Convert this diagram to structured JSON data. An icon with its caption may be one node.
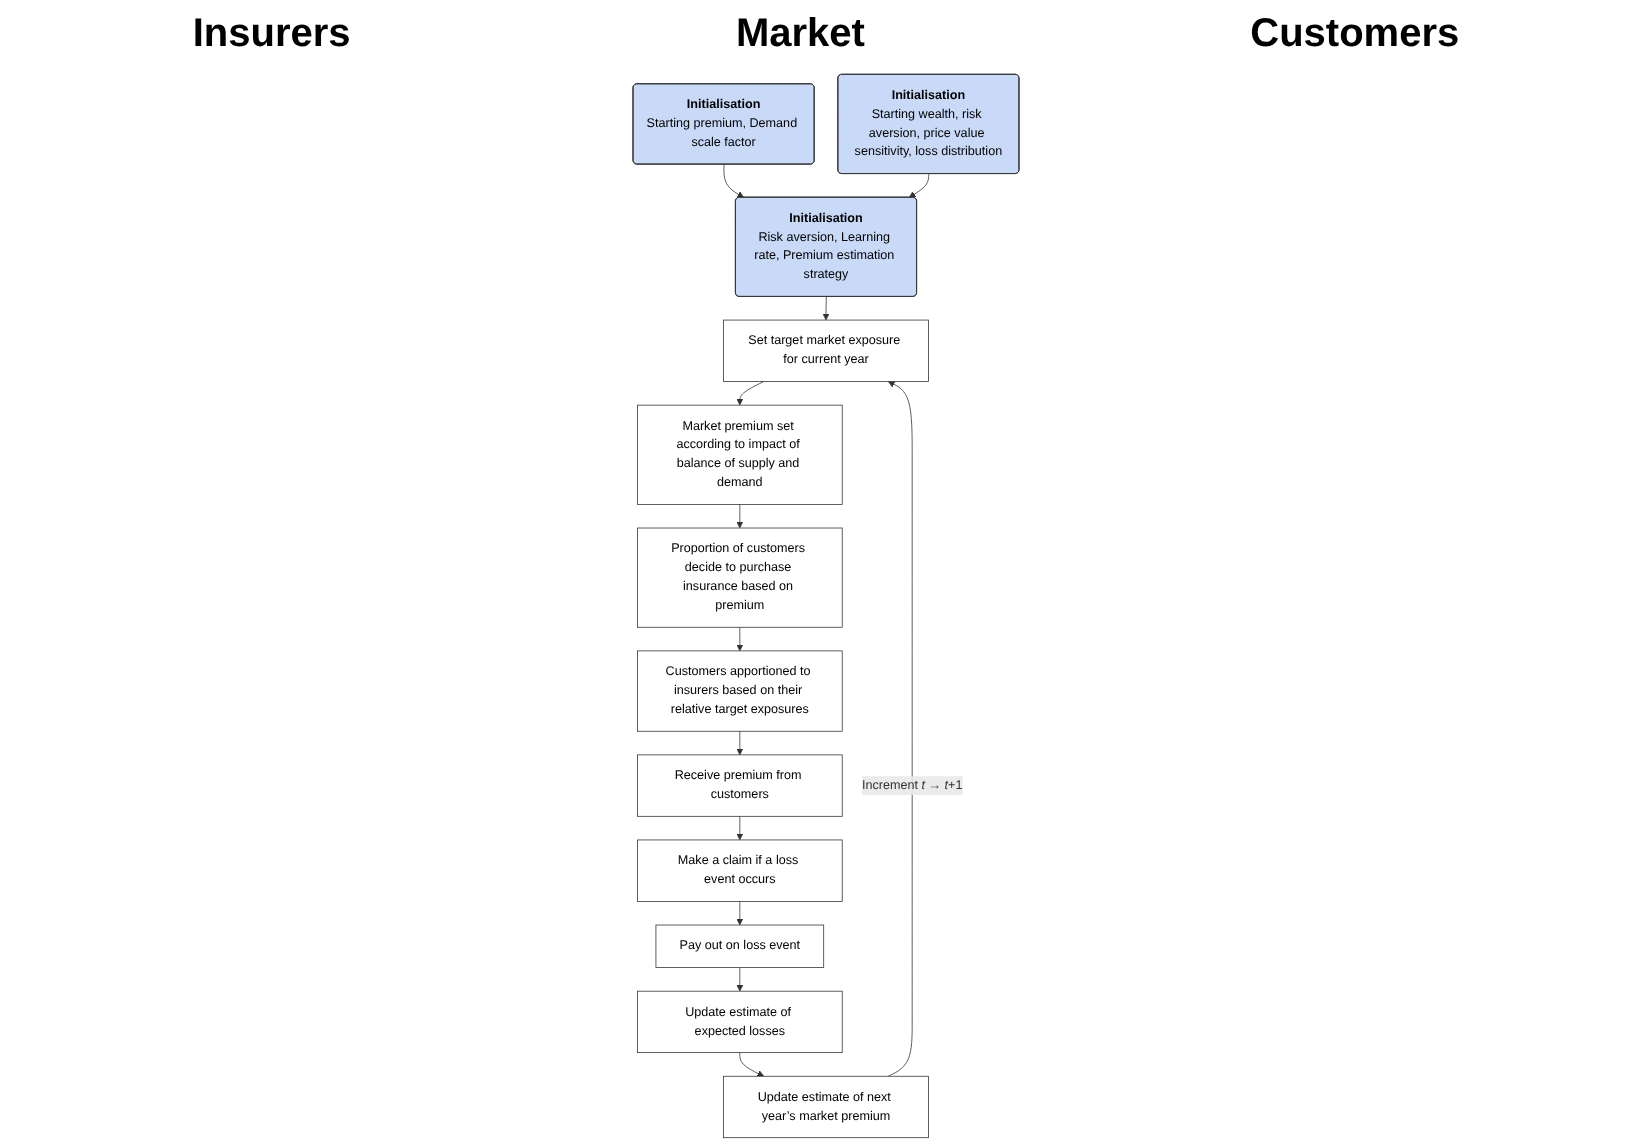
{
  "diagram": {
    "nodes": [
      {
        "text": [
          "Initialisation",
          "Risk aversion, Learning rate, Premium estimation strategy"
        ]
      },
      {
        "text": [
          "Initialisation",
          "Starting premium, Demand scale factor"
        ]
      },
      {
        "text": [
          "Initialisation",
          "Starting wealth, risk aversion, price value sensitivity, loss distribution"
        ]
      },
      {
        "text": [
          "Set target market exposure for current year"
        ]
      },
      {
        "text": [
          "Market premium set according to impact of balance of supply and demand"
        ]
      },
      {
        "text": [
          "Proportion of customers decide to purchase insurance based on premium"
        ]
      },
      {
        "text": [
          "Receive premium from customers"
        ]
      },
      {
        "text": [
          "Customers apportioned to insurers based on their relative target exposures"
        ]
      },
      {
        "text": [
          "Make a claim if a loss event occurs"
        ]
      },
      {
        "text": [
          "Pay out on loss event"
        ]
      },
      {
        "text": [
          "Update estimate of expected losses"
        ]
      },
      {
        "text": [
          "Update estimate of next year’s market premium"
        ]
      }
    ],
    "edges": [
      {
        "from": 1,
        "to": 0,
        "arrow": "to"
      },
      {
        "from": 2,
        "to": 0,
        "arrow": "to"
      },
      {
        "from": 0,
        "to": 3,
        "arrow": "to"
      },
      {
        "from": 3,
        "to": 4,
        "arrow": "to"
      },
      {
        "from": 4,
        "to": 5,
        "arrow": "to"
      },
      {
        "from": 5,
        "to": 7,
        "arrow": "to"
      },
      {
        "from": 7,
        "to": 6,
        "arrow": "to"
      },
      {
        "from": 6,
        "to": 8,
        "arrow": "to"
      },
      {
        "from": 8,
        "to": 9,
        "arrow": "to"
      },
      {
        "from": 9,
        "to": 10,
        "arrow": "to"
      },
      {
        "from": 10,
        "to": 11,
        "arrow": "to"
      },
      {
        "from": 11,
        "to": 3,
        "arrow": "to",
        "label": "Increment *t* → *t*+1"
      }
    ],
    "labels": [
      "Insurers",
      "Market",
      "Customers"
    ]
  }
}
